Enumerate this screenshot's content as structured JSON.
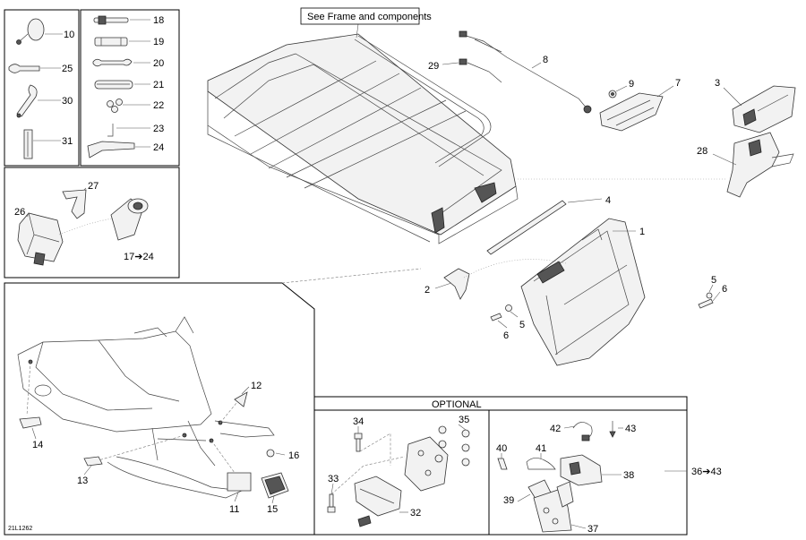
{
  "frame_note": "See Frame and components",
  "optional_title": "OPTIONAL",
  "drawing_code": "21L1262",
  "range_label": "36➔43",
  "kit_label": "17➔24",
  "callouts": {
    "c1": "1",
    "c2": "2",
    "c3": "3",
    "c4": "4",
    "c5a": "5",
    "c5b": "5",
    "c6a": "6",
    "c6b": "6",
    "c7": "7",
    "c8": "8",
    "c9": "9",
    "c10": "10",
    "c11": "11",
    "c12": "12",
    "c13": "13",
    "c14": "14",
    "c15": "15",
    "c16": "16",
    "c18": "18",
    "c19": "19",
    "c20": "20",
    "c21": "21",
    "c22": "22",
    "c23": "23",
    "c24": "24",
    "c25": "25",
    "c26": "26",
    "c27": "27",
    "c28": "28",
    "c29": "29",
    "c30": "30",
    "c31": "31",
    "c32": "32",
    "c33": "33",
    "c34": "34",
    "c35": "35",
    "c37": "37",
    "c38": "38",
    "c39": "39",
    "c40": "40",
    "c41": "41",
    "c42": "42",
    "c43": "43"
  }
}
